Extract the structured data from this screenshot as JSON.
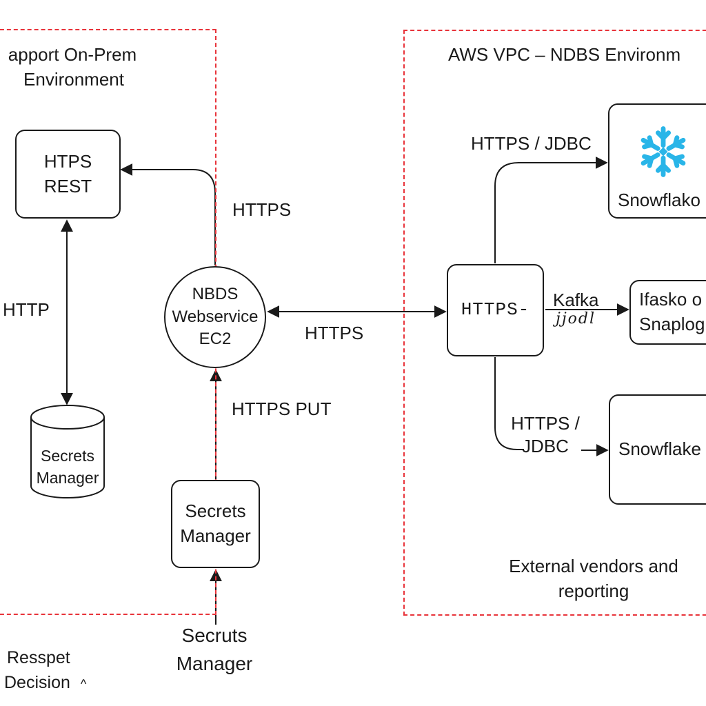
{
  "left_zone": {
    "title_line1": "apport On-Prem",
    "title_line2": "Environment"
  },
  "right_zone": {
    "title": "AWS VPC – NDBS Environm",
    "footer_line1": "External vendors and",
    "footer_line2": "reporting"
  },
  "nodes": {
    "htps_rest": {
      "line1": "HTPS",
      "line2": "REST"
    },
    "secrets_db": {
      "line1": "Secrets",
      "line2": "Manager"
    },
    "webservice": {
      "line1": "NBDS",
      "line2": "Webservice",
      "line3": "EC2"
    },
    "secrets_manager": {
      "line1": "Secrets",
      "line2": "Manager"
    },
    "https_hub": {
      "label": "HTTPS-"
    },
    "snowflake_top": {
      "label": "Snowflako"
    },
    "vendor": {
      "line1": "Ifasko o",
      "line2": "Snaplog"
    },
    "snowflake_bottom": {
      "label": "Snowflake"
    }
  },
  "edges": {
    "https_to_rest": "HTTPS",
    "http_db": "HTTP",
    "https_bidir": "HTTPS",
    "https_put": "HTTPS PUT",
    "https_jdbc_top": "HTTPS / JDBC",
    "kafka": "Kafka",
    "kafka_sub": "jjodl",
    "https_jdbc_bottom_line1": "HTTPS /",
    "https_jdbc_bottom_line2": "JDBC"
  },
  "outside": {
    "source_line1": "Secruts",
    "source_line2": "Manager",
    "decision_line1": "Resspet",
    "decision_line2": "Decision",
    "decision_caret": "^"
  },
  "colors": {
    "zone_border": "#e8333a",
    "snowflake_icon": "#29b5e8",
    "stroke": "#1a1a1a"
  }
}
